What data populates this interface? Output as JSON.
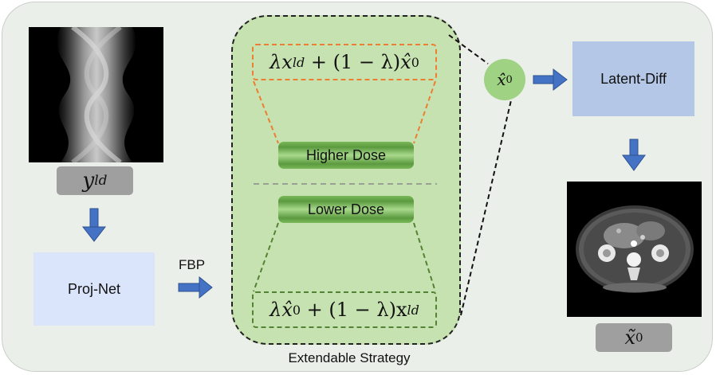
{
  "inputs": {
    "y_ld_label": "y",
    "y_ld_sub": "ld"
  },
  "modules": {
    "proj_net": "Proj-Net",
    "latent_diff": "Latent-Diff",
    "fbp": "FBP"
  },
  "strategy": {
    "caption": "Extendable Strategy",
    "higher_dose": "Higher Dose",
    "lower_dose": "Lower Dose",
    "formula_top": {
      "a": "λx",
      "a_sub": "ld",
      "b": " + (1 − λ)",
      "c": "x̂",
      "c_sub": "0"
    },
    "formula_bottom": {
      "a": "λ",
      "b": "x̂",
      "b_sub": "0",
      "c": " + (1 − λ)x",
      "c_sub": "ld"
    }
  },
  "outputs": {
    "x_hat_hat": "x̂̂",
    "x_hat_hat_sub": "0",
    "x_tilde": "x̃",
    "x_tilde_sub": "0"
  },
  "colors": {
    "panel": "#eaefea",
    "green_region": "#c7e2b1",
    "proj_net_box": "#dae5fb",
    "latent_diff_box": "#b4c7e7",
    "arrow_blue": "#4472c4",
    "orange_dashed": "#ed7d31",
    "green_dashed": "#548235",
    "grey_label": "#9f9f9f"
  }
}
